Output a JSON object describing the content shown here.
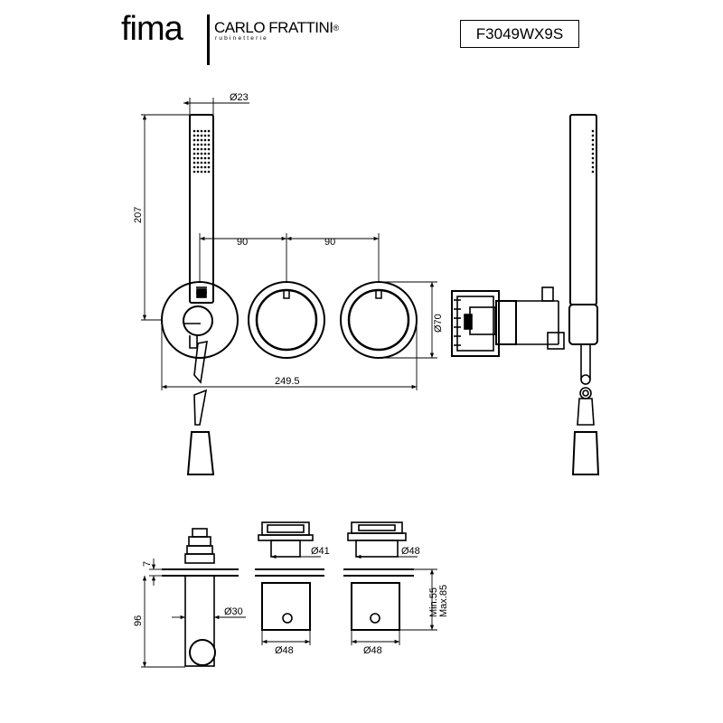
{
  "header": {
    "brand_primary": "fima",
    "brand_secondary": "CARLO FRATTINI",
    "brand_registered": "®",
    "brand_tagline": "rubinetterie",
    "product_code": "F3049WX9S"
  },
  "dimensions": {
    "handshower_diameter": "Ø23",
    "handshower_height": "207",
    "spacing_left": "90",
    "spacing_right": "90",
    "plate_diameter": "Ø70",
    "total_width": "249.5",
    "outlet_plate_depth": "7",
    "outlet_body_depth": "96",
    "outlet_diameter": "Ø30",
    "valve_collar_diameter": "Ø41",
    "valve_knob_diameter_1": "Ø48",
    "valve_body_diameter_1": "Ø48",
    "valve_knob_diameter_2": "Ø48",
    "valve_body_diameter_2": "Ø48",
    "wall_min": "Min.55",
    "wall_max": "Max.85"
  },
  "colors": {
    "line": "#000000",
    "background": "#ffffff"
  }
}
